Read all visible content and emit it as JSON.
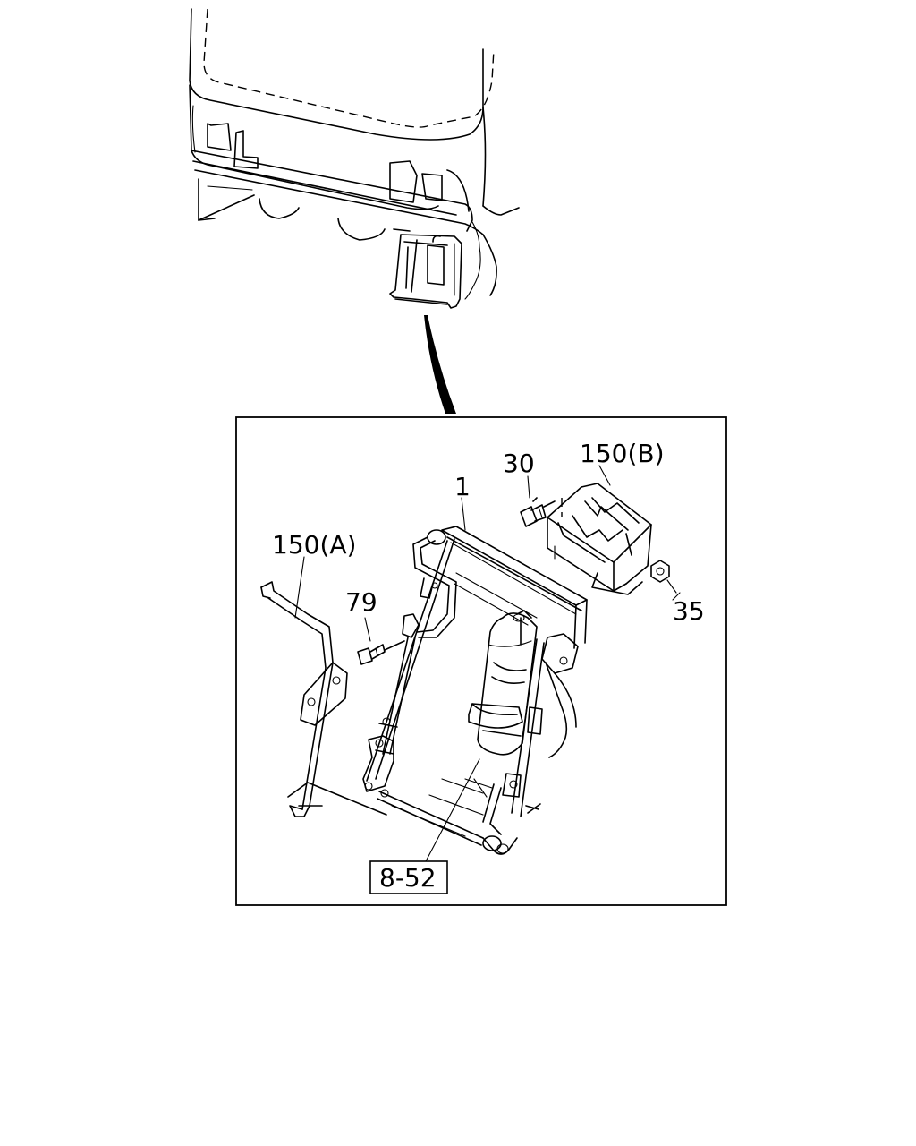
{
  "callouts": {
    "condenser": "1",
    "bolt_30": "30",
    "bracket_b": "150(B)",
    "bracket_a": "150(A)",
    "bolt_79": "79",
    "nut_35": "35",
    "ref_box": "8-52"
  }
}
